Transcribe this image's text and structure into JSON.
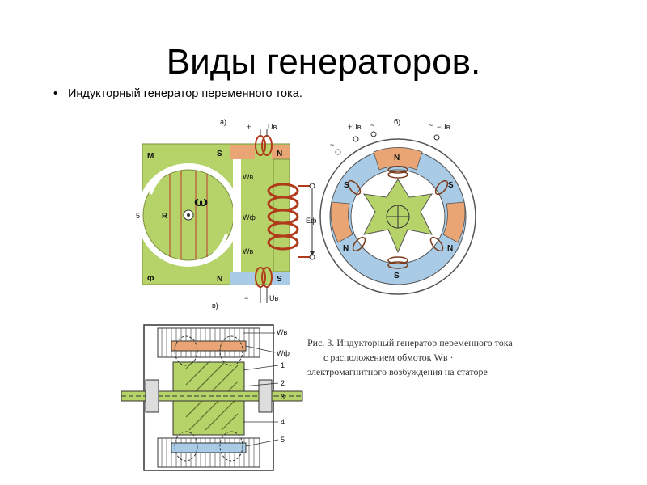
{
  "slide": {
    "title": "Виды генераторов.",
    "bullet": "Индукторный генератор переменного тока."
  },
  "figure": {
    "panel_a": {
      "label": "а)",
      "poles": {
        "m": "M",
        "s_top": "S",
        "n_top": "N",
        "n_bottom": "N",
        "s_bottom": "S",
        "phi": "Ф",
        "r": "R",
        "omega": "ω",
        "five": "5"
      },
      "windings": {
        "wv_top": "Wв",
        "wf": "Wф",
        "wv_bottom": "Wв",
        "e": "Eф"
      },
      "terminals": {
        "plus": "+",
        "minus": "−",
        "ub_top": "Uв",
        "ub_bottom": "Uв"
      }
    },
    "panel_b": {
      "label": "б)",
      "terminals": {
        "plus_ub": "+Uв",
        "tilde_left": "~",
        "tilde_right": "~",
        "minus_ub": "−Uв",
        "tilde_side": "~"
      },
      "poles": {
        "n_top": "N",
        "s_left": "S",
        "s_right": "S",
        "n_left": "N",
        "n_right": "N",
        "s_bottom": "S"
      }
    },
    "panel_c": {
      "label": "в)",
      "labels": {
        "wv": "Wв",
        "wf": "Wф",
        "n1": "1",
        "n2": "2",
        "n3": "3",
        "n4": "4",
        "n5": "5"
      }
    },
    "caption": [
      "Рис. 3. Индукторный генератор переменного тока",
      "с расположением обмоток Wв ·",
      "электромагнитного возбуждения на статоре"
    ]
  },
  "colors": {
    "green": "#b6d36a",
    "orange": "#e9a574",
    "blue": "#a9cbe5",
    "coil": "#b03a1a"
  }
}
